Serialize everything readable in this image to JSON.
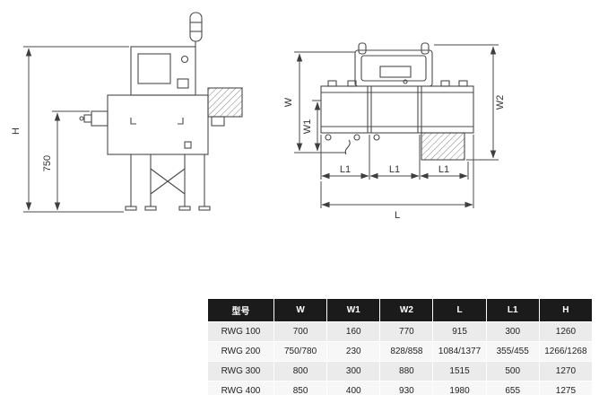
{
  "diagram": {
    "side_view": {
      "h_label": "H",
      "height_label": "750"
    },
    "top_view": {
      "w_label": "W",
      "w1_label": "W1",
      "w2_label": "W2",
      "l1_labels": [
        "L1",
        "L1",
        "L1"
      ],
      "l_label": "L"
    }
  },
  "table": {
    "headers": [
      "型号",
      "W",
      "W1",
      "W2",
      "L",
      "L1",
      "H"
    ],
    "rows": [
      [
        "RWG 100",
        "700",
        "160",
        "770",
        "915",
        "300",
        "1260"
      ],
      [
        "RWG 200",
        "750/780",
        "230",
        "828/858",
        "1084/1377",
        "355/455",
        "1266/1268"
      ],
      [
        "RWG 300",
        "800",
        "300",
        "880",
        "1515",
        "500",
        "1270"
      ],
      [
        "RWG 400",
        "850",
        "400",
        "930",
        "1980",
        "655",
        "1275"
      ]
    ]
  },
  "colors": {
    "line": "#4a4a4a",
    "table_header_bg": "#1b1b1b",
    "table_header_text": "#ffffff",
    "row_odd": "#ebebeb",
    "row_even": "#f7f7f7"
  }
}
